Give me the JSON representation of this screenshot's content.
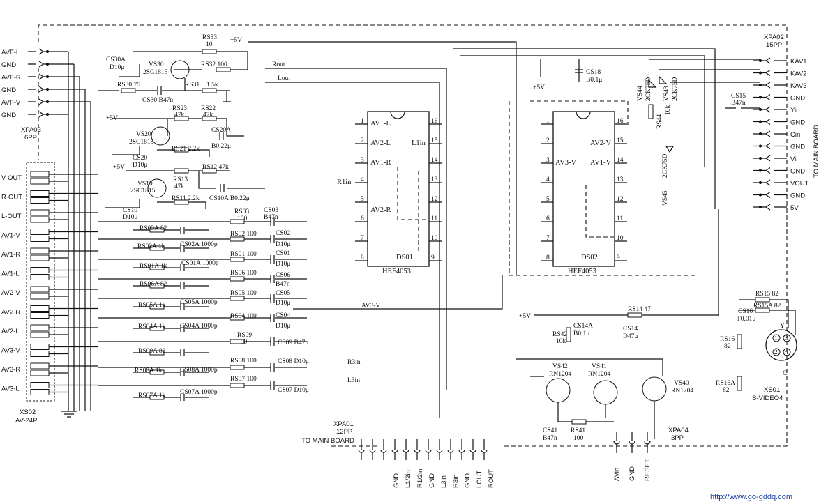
{
  "connectors": {
    "xpa03": {
      "name": "XPA03",
      "type": "6PP",
      "pins": [
        "AVF-L",
        "GND",
        "AVF-R",
        "GND",
        "AVF-V",
        "GND"
      ]
    },
    "xs02": {
      "name": "XS02",
      "type": "AV-24P",
      "pins": [
        "V-OUT",
        "R-OUT",
        "L-OUT",
        "AV1-V",
        "AV1-R",
        "AV1-L",
        "AV2-V",
        "AV2-R",
        "AV2-L",
        "AV3-V",
        "AV3-R",
        "AV3-L"
      ]
    },
    "xpa02": {
      "name": "XPA02",
      "type": "15PP",
      "pins": [
        "KAV1",
        "KAV2",
        "KAV3",
        "GND",
        "Yin",
        "GND",
        "Cin",
        "GND",
        "Vin",
        "GND",
        "VOUT",
        "GND",
        "5V"
      ],
      "side_label": "TO MAIN BOARD"
    },
    "xpa01": {
      "name": "XPA01",
      "type": "12PP",
      "caption": "TO MAIN BOARD",
      "pins": [
        "GND",
        "L1/2in",
        "R1/2in",
        "GND",
        "L3in",
        "R3in",
        "GND",
        "LOUT",
        "ROUT"
      ]
    },
    "xpa04": {
      "name": "XPA04",
      "type": "3PP",
      "pins": [
        "AVin",
        "GND",
        "RESET"
      ]
    },
    "xs01": {
      "name": "XS01",
      "type": "S-VIDEO4",
      "pin_labels": [
        "Y",
        "C",
        "3",
        "1",
        "2",
        "4"
      ]
    }
  },
  "ics": {
    "ds01": {
      "ref": "DS01",
      "part": "HEF4053",
      "left_pins": [
        "1",
        "2",
        "3",
        "4",
        "5",
        "6",
        "7",
        "8"
      ],
      "right_pins": [
        "16",
        "15",
        "14",
        "13",
        "12",
        "11",
        "10",
        "9"
      ],
      "switch_labels": [
        "AV1-L",
        "AV2-L",
        "L1in",
        "AV1-R",
        "R1in",
        "AV2-R"
      ]
    },
    "ds02": {
      "ref": "DS02",
      "part": "HEF4053",
      "left_pins": [
        "1",
        "2",
        "3",
        "4",
        "5",
        "6",
        "7",
        "8"
      ],
      "right_pins": [
        "16",
        "15",
        "14",
        "13",
        "12",
        "11",
        "10",
        "9"
      ],
      "switch_labels": [
        "AV2-V",
        "AV3-V",
        "AV1-V"
      ]
    }
  },
  "transistors": [
    {
      "ref": "VS30",
      "part": "2SC1815"
    },
    {
      "ref": "VS20",
      "part": "2SC1815"
    },
    {
      "ref": "VS10",
      "part": "2SC1815"
    },
    {
      "ref": "VS42",
      "part": "RN1204"
    },
    {
      "ref": "VS41",
      "part": "RN1204"
    },
    {
      "ref": "VS40",
      "part": "RN1204"
    }
  ],
  "diodes": [
    {
      "ref": "VS44",
      "part": "2CK75D"
    },
    {
      "ref": "VS43",
      "part": "2CK75D"
    },
    {
      "ref": "VS45",
      "part": "2CK75D"
    }
  ],
  "labels": {
    "rs33": "RS33",
    "rs33_v": "10",
    "p5v_a": "+5V",
    "cs30a": "CS30A",
    "cs30a_v": "D10μ",
    "rs32": "RS32 100",
    "rs30": "RS30 75",
    "rs31": "RS31",
    "rs31_v": "1.5k",
    "cs30": "CS30 B47n",
    "p5v_b": "+5V",
    "rs23": "RS23",
    "rs23_v": "47k",
    "rs22": "RS22",
    "rs22_v": "47k",
    "cs20a": "CS20A",
    "cs20a_v": "B0.22μ",
    "rs21": "RS21 2.2k",
    "cs20": "CS20",
    "cs20_v": "D10μ",
    "p5v_c": "+5V",
    "rs13": "RS13",
    "rs13_v": "47k",
    "rs12": "RS12 47k",
    "rs11": "RS11 2.2k",
    "cs10a": "CS10A B0.22μ",
    "cs10": "CS10",
    "cs10_v": "D10μ",
    "rs03": "RS03",
    "rs03_v": "100",
    "cs03": "CS03",
    "cs03_v": "B47n",
    "rs03a": "RS03A 82",
    "rs02": "RS02 100",
    "cs02": "CS02",
    "cs02_v": "D10μ",
    "rs02a": "RS02A 1k",
    "cs02a": "CS02A 1000p",
    "rs01": "RS01 100",
    "cs01": "CS01",
    "cs01_v": "D10μ",
    "rs01a": "RS01A 1k",
    "cs01a": "CS01A 1000p",
    "rs06": "RS06 100",
    "cs06": "CS06",
    "cs06_v": "B47n",
    "rs06a": "RS06A 82",
    "rs05": "RS05 100",
    "cs05": "CS05",
    "cs05_v": "D10μ",
    "rs05a": "RS05A 1k",
    "cs05a": "CS05A 1000p",
    "rs04": "RS04 100",
    "cs04": "CS04",
    "cs04_v": "D10μ",
    "rs04a": "RS04A 1k",
    "cs04a": "CS04A 1000p",
    "rs09": "RS09",
    "rs09_v": "100",
    "cs09": "CS09 B47n",
    "rs09a": "RS09A 82",
    "rs08": "RS08 100",
    "cs08": "CS08  D10μ",
    "r3in": "R3in",
    "rs08a": "RS08A 1k",
    "cs08a": "CS08A  1000p",
    "rs07": "RS07 100",
    "cs07": "CS07  D10μ",
    "l3in": "L3in",
    "rs07a": "RS07A 1k",
    "cs07a": "CS07A  1000p",
    "rout": "Rout",
    "lout": "Lout",
    "av3v": "AV3-V",
    "p5v_d": "+5V",
    "cs18": "CS18",
    "cs18_v": "B0.1μ",
    "cs15": "CS15",
    "cs15_v": "B47n",
    "rs44": "RS44",
    "rs44_v": "10k",
    "p5v_e": "+5V",
    "rs14": "RS14 47",
    "rs42": "RS42",
    "rs42_v": "10k",
    "cs14a": "CS14A",
    "cs14a_v": "B0.1μ",
    "cs14": "CS14",
    "cs14_v": "D47μ",
    "cs41": "CS41",
    "cs41_v": "B47n",
    "rs41": "RS41",
    "rs41_v": "100",
    "rs15": "RS15 82",
    "cs16": "CS16",
    "cs16_v": "T0.01μ",
    "rs15a": "RS15A 82",
    "rs16": "RS16",
    "rs16_v": "82",
    "rs16a": "RS16A",
    "rs16a_v": "82",
    "watermark": "http://www.go-gddq.com"
  }
}
